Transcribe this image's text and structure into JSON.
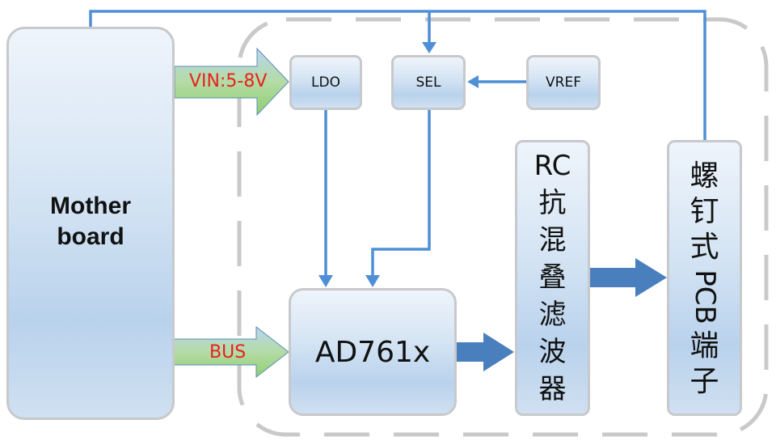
{
  "diagram": {
    "colors": {
      "connector": "#4f8fd6",
      "thick_arrow": "#4a7fbd",
      "dashed_border": "#c9c9c9",
      "block_border": "#c7c9cc",
      "input_arrow_label": "#e8211d"
    },
    "blocks": {
      "motherboard": {
        "line1": "Mother",
        "line2": "board"
      },
      "ldo": {
        "label": "LDO"
      },
      "sel": {
        "label": "SEL"
      },
      "vref": {
        "label": "VREF"
      },
      "adc": {
        "label": "AD761x"
      },
      "rc_filter": {
        "chars": [
          "RC",
          "抗",
          "混",
          "叠",
          "滤",
          "波",
          "器"
        ]
      },
      "terminal": {
        "chars_top": [
          "螺",
          "钉",
          "式"
        ],
        "rotated": "PCB",
        "chars_bottom": [
          "端",
          "子"
        ]
      }
    },
    "arrows": {
      "vin": {
        "label": "VIN:5-8V",
        "from": "Mother board",
        "to": "LDO"
      },
      "bus": {
        "label": "BUS",
        "from": "Mother board",
        "to": "AD761x"
      }
    },
    "connections": [
      {
        "from": "Mother board",
        "to": "SEL"
      },
      {
        "from": "螺钉式PCB端子",
        "to": "SEL"
      },
      {
        "from": "VREF",
        "to": "SEL"
      },
      {
        "from": "LDO",
        "to": "AD761x"
      },
      {
        "from": "SEL",
        "to": "AD761x"
      },
      {
        "from": "AD761x",
        "to": "RC抗混叠滤波器"
      },
      {
        "from": "RC抗混叠滤波器",
        "to": "螺钉式PCB端子"
      }
    ]
  }
}
